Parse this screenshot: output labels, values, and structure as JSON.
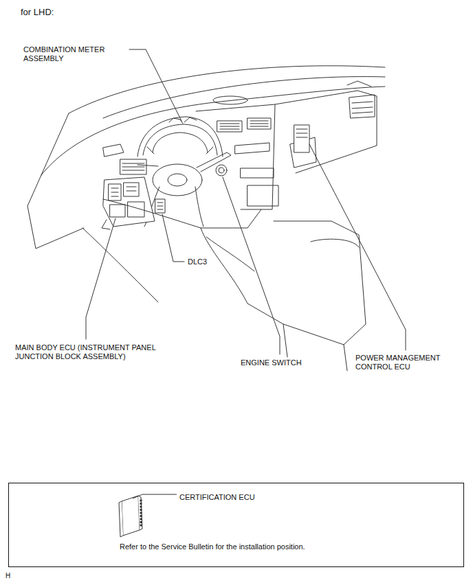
{
  "diagram": {
    "nodes": [
      {
        "text": [
          "CERTIFICATION ECU",
          "Refer to the Service Bulletin for the installation position."
        ]
      }
    ],
    "labels": [
      "for LHD:",
      "COMBINATION METER ASSEMBLY",
      "DLC3",
      "MAIN BODY ECU (INSTRUMENT PANEL JUNCTION BLOCK ASSEMBLY)",
      "ENGINE SWITCH",
      "POWER MANAGEMENT CONTROL ECU",
      "H"
    ]
  }
}
